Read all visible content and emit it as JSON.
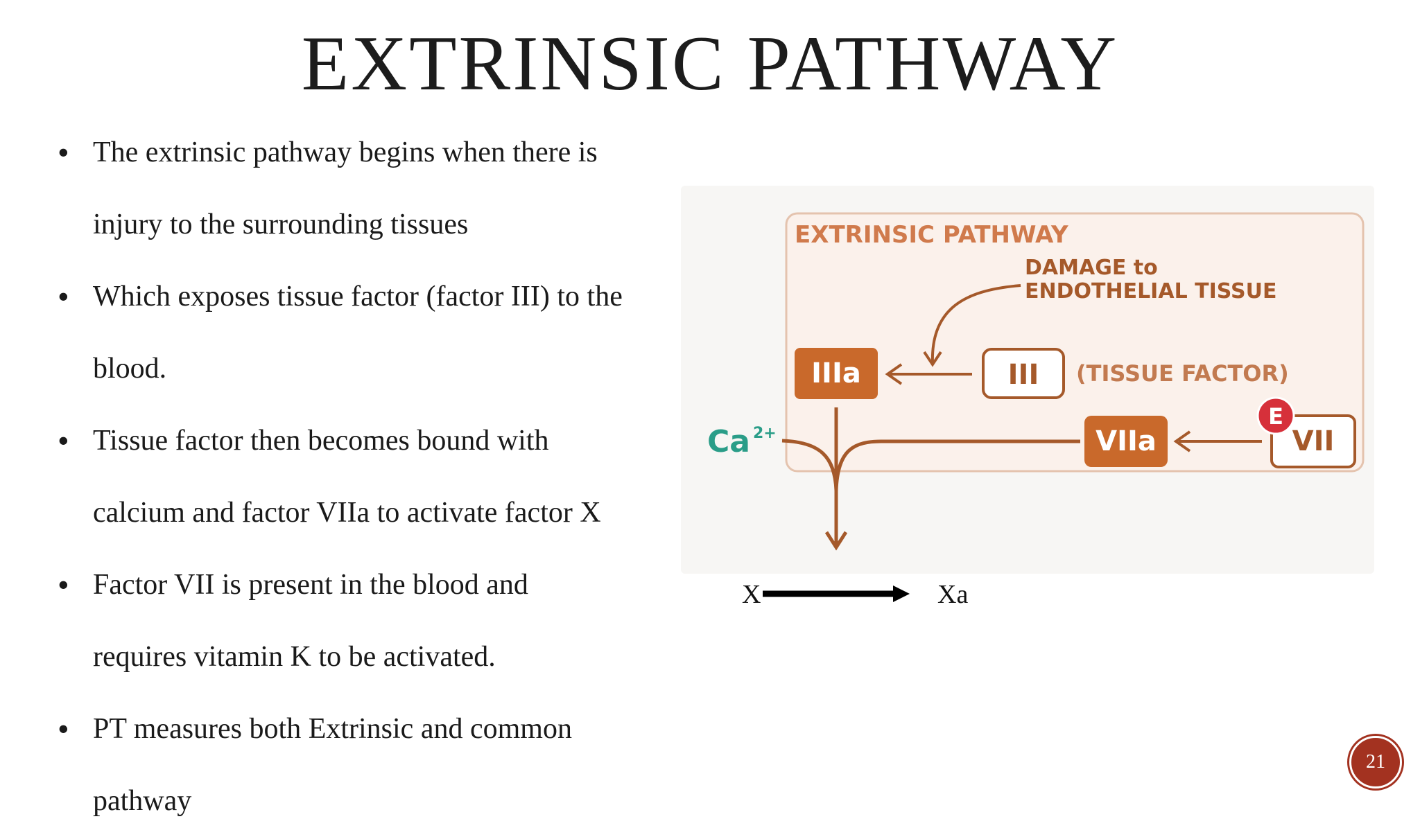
{
  "slide": {
    "title": "EXTRINSIC PATHWAY",
    "page_number": "21",
    "bullets": [
      "The extrinsic pathway begins when there is",
      "injury to the surrounding tissues",
      "Which exposes tissue factor (factor III) to the",
      "blood.",
      "Tissue factor then becomes bound with",
      "calcium and factor VIIa to activate factor X",
      "Factor VII is present in the blood and",
      "requires vitamin K to be activated.",
      "PT measures both Extrinsic and common",
      "pathway"
    ],
    "bullet_marker": "•"
  },
  "diagram": {
    "heading": "EXTRINSIC PATHWAY",
    "damage_line1": "DAMAGE to",
    "damage_line2": "ENDOTHELIAL TISSUE",
    "factor_IIIa": "IIIa",
    "factor_III": "III",
    "tissue_factor_label": "(TISSUE FACTOR)",
    "factor_VIIa": "VIIa",
    "factor_VII": "VII",
    "vitamin_badge": "E",
    "calcium": "Ca",
    "calcium_charge": "2+",
    "x_label": "X",
    "xa_label": "Xa",
    "colors": {
      "brown": "#a5592a",
      "box_fill": "#c9692b",
      "teal": "#2a9d88",
      "red_badge": "#d6303a",
      "panel": "#fbf1eb"
    }
  }
}
